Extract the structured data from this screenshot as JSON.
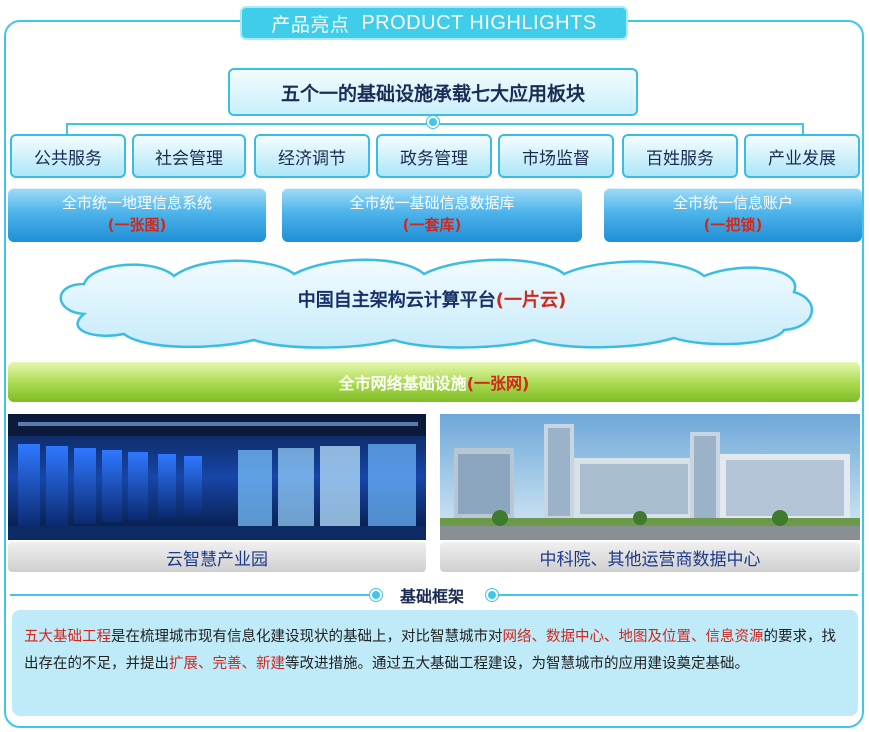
{
  "title": {
    "cn": "产品亮点",
    "en": "PRODUCT HIGHLIGHTS"
  },
  "top_box": "五个一的基础设施承载七大应用板块",
  "sectors": [
    "公共服务",
    "社会管理",
    "经济调节",
    "政务管理",
    "市场监督",
    "百姓服务",
    "产业发展"
  ],
  "systems": [
    {
      "label": "全市统一地理信息系统",
      "tag": "(一张图)"
    },
    {
      "label": "全市统一基础信息数据库",
      "tag": "(一套库)"
    },
    {
      "label": "全市统一信息账户",
      "tag": "(一把锁)"
    }
  ],
  "cloud": {
    "label": "中国自主架构云计算平台",
    "tag": "(一片云)"
  },
  "network": {
    "label": "全市网络基础设施",
    "tag": "(一张网)"
  },
  "photos": [
    {
      "caption": "云智慧产业园"
    },
    {
      "caption": "中科院、其他运营商数据中心"
    }
  ],
  "section_title": "基础框架",
  "description": {
    "part1": "五大基础工程",
    "part2": "是在梳理城市现有信息化建设现状的基础上，对比智慧城市对",
    "part3": "网络、数据中心、地图及位置、信息资源",
    "part4": "的要求，找出存在的不足，并提出",
    "part5": "扩展、完善、新建",
    "part6": "等改进措施。通过五大基础工程建设，为智慧城市的应用建设奠定基础。"
  },
  "colors": {
    "accent": "#3ec7e6",
    "highlight_red": "#d0281f",
    "network_green": "#8cc63f",
    "system_blue": "#2a9be0"
  }
}
